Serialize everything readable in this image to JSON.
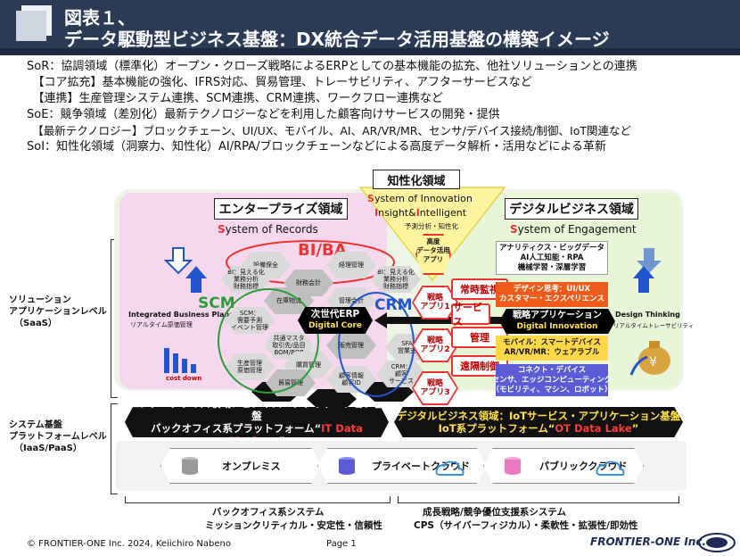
{
  "header": {
    "line1": "図表１、",
    "line2": "データ駆動型ビジネス基盤：DX統合データ活用基盤の構築イメージ"
  },
  "intro": [
    "SoR：協調領域（標準化）オープン・クローズ戦略によるERPとしての基本機能の拡充、他社ソリューションとの連携",
    "　【コア拡充】基本機能の強化、IFRS対応、貿易管理、トレーサビリティ、アフターサービスなど",
    "　【連携】生産管理システム連携、SCM連携、CRM連携、ワークフロー連携など",
    "SoE：競争領域（差別化）最新テクノロジーなどを利用した顧客向けサービスの開発・提供",
    "　【最新テクノロジー】ブロックチェーン、UI/UX、モバイル、AI、AR/VR/MR、センサ/デバイス接続/制御、IoT関連など",
    "SoI：知性化領域（洞察力、知性化）AI/RPA/ブロックチェーンなどによる高度データ解析・活用などによる革新"
  ],
  "levels": {
    "solution": [
      "ソリューション",
      "アプリケーションレベル",
      "（SaaS）"
    ],
    "system": [
      "システム基盤",
      "プラットフォームレベル",
      "（IaaS/PaaS）"
    ]
  },
  "regions": {
    "enterprise": "エンタープライズ領域",
    "digital": "デジタルビジネス領域",
    "intel": "知性化領域",
    "sor": "ystem of Records",
    "soe": "ystem of Engagement",
    "soi1": "ystem of Innovation",
    "soi2_a": "nsight&",
    "soi2_b": "ntelligent",
    "soi3": "予測分析・知性化"
  },
  "letters": {
    "S": "S",
    "R": "R",
    "E": "E",
    "I": "I"
  },
  "labels": {
    "bi_ba": "BI/BA",
    "scm": "SCM",
    "crm": "CRM",
    "ibp1": "Integrated Business Planning",
    "ibp2": "リアルタイム原価管理",
    "costdown": "cost down",
    "dt1": "Design Thinking",
    "dt2": "リアルタイムトレーサビリティ",
    "core1": "次世代ERP",
    "core2": "Digital Core",
    "strat1": "戦略アプリケーション",
    "strat2": "Digital Innovation",
    "kodo": "高度\nデータ活用\nアプリ"
  },
  "hex_gray": [
    "設備保全",
    "経理管理",
    "BI：見える化\n業務分析\n財務指標",
    "財務会計",
    "BI：見える化\n業務分析\n財務指標",
    "在庫物流",
    "管理会計",
    "SCM：\n需要予測\nイベント管理",
    "共通マスタ\n取引先/品目\nBOM/BOP",
    "販売管理",
    "生産管理\n原価管理",
    "購買管理",
    "SFA：\n営業支援",
    "CRM：\n顧客\nサービス",
    "貿易管理",
    "顧客情報\n顧客ID"
  ],
  "red_hex": [
    "戦略\nアプリ1",
    "戦略\nアプリ2",
    "戦略\nアプリ3"
  ],
  "red_boxes": [
    "常時監視",
    "サービス",
    "管理",
    "遠隔制御"
  ],
  "digital_items": [
    "アナリティクス・ビッグデータ\nAI人工知能・RPA\n機械学習・深層学習",
    "デザイン思考：UI/UX\nカスタマー・エクスペリエンス",
    "モバイル：スマートデバイス\nAR/VR/MR：ウェアラブル",
    "コネクト・デバイス\nセンサ、エッジコンピューティング\n（モビリティ、マシン、ロボット）"
  ],
  "platform": {
    "left1": "エンタープライズ領域：ビジネス・アプリケーション基盤",
    "left2a": "バックオフィス系プラットフォーム“",
    "left2b": "IT Data Platform",
    "left2c": "”",
    "right1": "デジタルビジネス領域：IoTサービス・アプリケーション基盤",
    "right2a": "IoT系プラットフォーム“",
    "right2b": "OT Data Lake",
    "right2c": "”",
    "onprem": "オンプレミス",
    "private": "プライベートクラウド",
    "public": "パブリッククラウド"
  },
  "bottom": {
    "left1": "バックオフィス系システム",
    "left2": "ミッションクリティカル・安定性・信頼性",
    "right1": "成長戦略/競争優位支援系システム",
    "right2": "CPS（サイバーフィジカル）・柔軟性・拡張性/即効性"
  },
  "footer": {
    "copy": "© FRONTIER-ONE Inc. 2024,  Keiichiro  Nabeno",
    "page": "Page 1",
    "brand": "FRONTIER-ONE Inc."
  },
  "colors": {
    "header": "#2b3a55",
    "pink": "#f6d8ee",
    "green": "#e8f5d6",
    "red": "#e33",
    "blue": "#2255cc",
    "soi_yellow": "#fff4a0"
  }
}
